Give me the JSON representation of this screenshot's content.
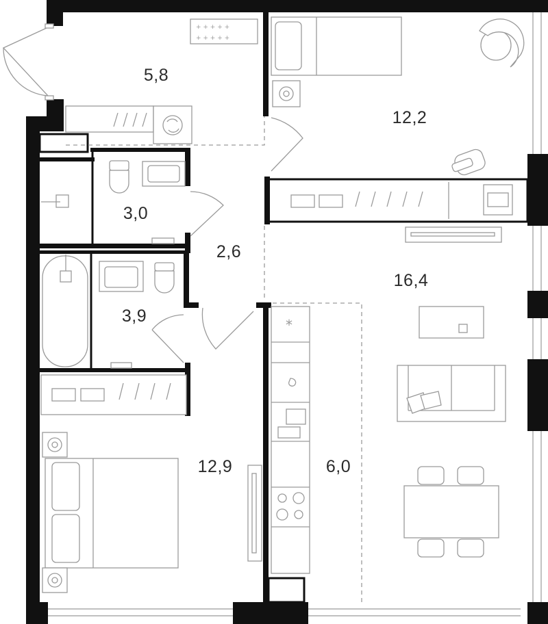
{
  "plan": {
    "rooms": [
      {
        "id": "hall",
        "area": "5,8"
      },
      {
        "id": "bedroom-small",
        "area": "12,2"
      },
      {
        "id": "wc",
        "area": "3,0"
      },
      {
        "id": "corridor",
        "area": "2,6"
      },
      {
        "id": "living",
        "area": "16,4"
      },
      {
        "id": "bathroom",
        "area": "3,9"
      },
      {
        "id": "bedroom-master",
        "area": "12,9"
      },
      {
        "id": "kitchen",
        "area": "6,0"
      }
    ],
    "colors": {
      "wall": "#111111",
      "furniture_stroke": "#9a9a9a",
      "text": "#2b2b2b"
    }
  }
}
